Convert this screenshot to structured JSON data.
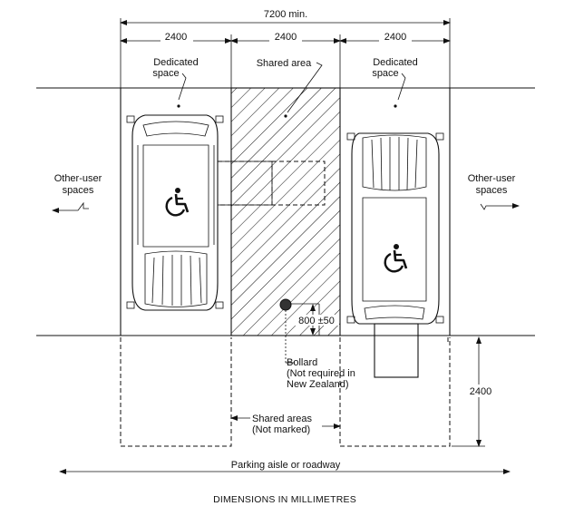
{
  "dimensions": {
    "total": "7200 min.",
    "left_bay": "2400",
    "shared_width": "2400",
    "right_bay": "2400",
    "depth": "2400",
    "bollard_offset": "800 ±50"
  },
  "labels": {
    "dedicated_left_line1": "Dedicated",
    "dedicated_left_line2": "space",
    "shared_area": "Shared area",
    "dedicated_right_line1": "Dedicated",
    "dedicated_right_line2": "space",
    "other_user_left_line1": "Other-user",
    "other_user_left_line2": "spaces",
    "other_user_right_line1": "Other-user",
    "other_user_right_line2": "spaces",
    "bollard_line1": "Bollard",
    "bollard_line2": "(Not required in",
    "bollard_line3": "New Zealand)",
    "shared_areas_line1": "Shared areas",
    "shared_areas_line2": "(Not marked)",
    "aisle": "Parking aisle or roadway"
  },
  "caption": "DIMENSIONS IN MILLIMETRES",
  "icons": [
    "wheelchair-icon",
    "car-icon",
    "bollard-icon"
  ]
}
